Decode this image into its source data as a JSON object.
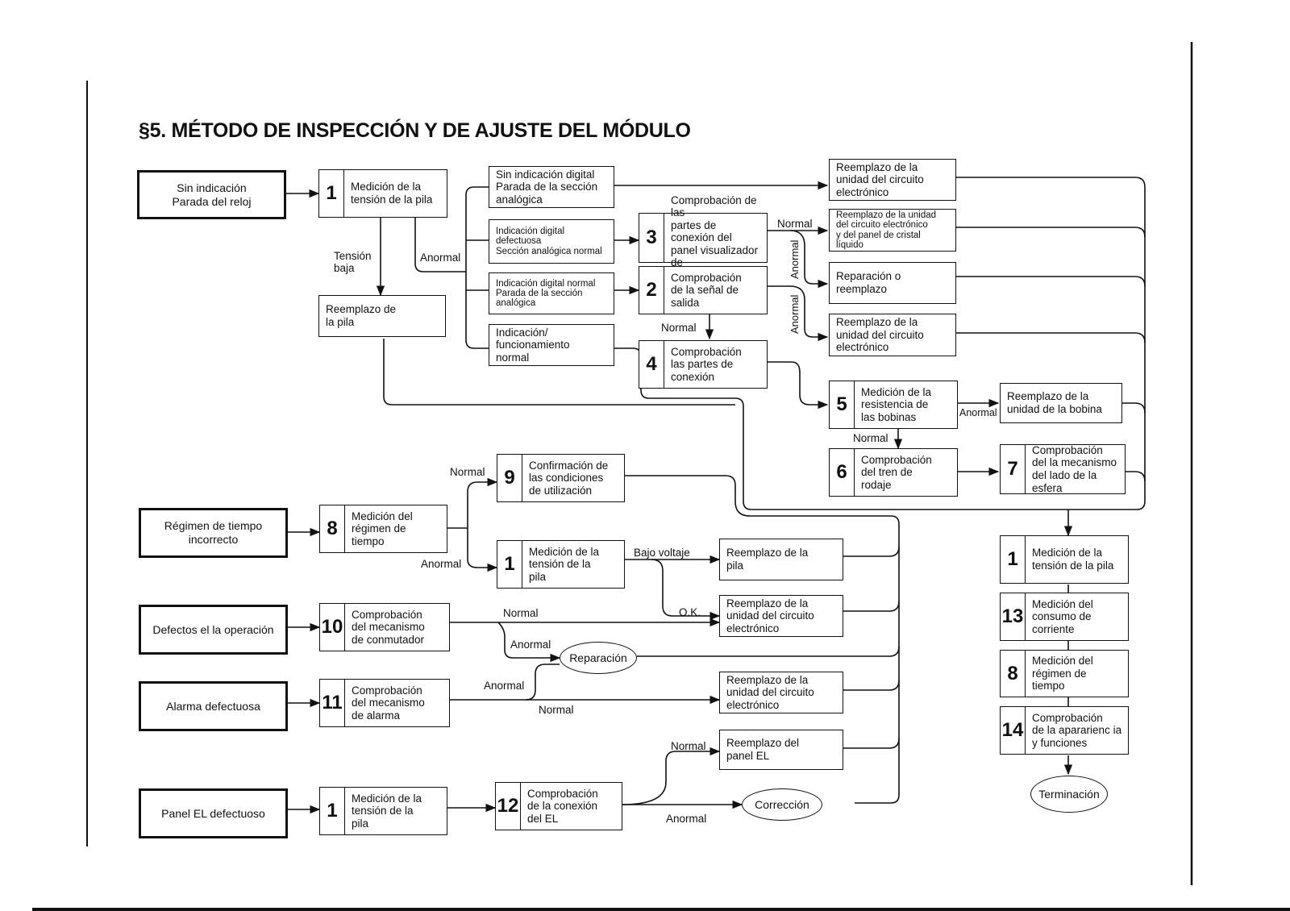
{
  "title": "§5. MÉTODO DE INSPECCIÓN Y DE AJUSTE DEL MÓDULO",
  "symptoms": {
    "no_display": "Sin indicación\nParada del reloj",
    "wrong_rate": "Régimen de tiempo\nincorrecto",
    "op_defects": "Defectos el la operación",
    "alarm": "Alarma defectuosa",
    "el_panel": "Panel EL defectuoso"
  },
  "steps": {
    "s1a": {
      "num": "1",
      "text": "Medición de la\ntensión de la pila"
    },
    "s3": {
      "num": "3",
      "text": "Comprobación de las\npartes de conexión del\npanel visualizador de\ncristal líquido"
    },
    "s2": {
      "num": "2",
      "text": "Comprobación\nde la señal de\nsalida"
    },
    "s4": {
      "num": "4",
      "text": "Comprobación\nlas partes de\nconexión"
    },
    "s5": {
      "num": "5",
      "text": "Medición de la\nresistencia de\nlas bobinas"
    },
    "s6": {
      "num": "6",
      "text": "Comprobación\ndel tren de\nrodaje"
    },
    "s7": {
      "num": "7",
      "text": "Comprobación\ndel la mecanismo\ndel lado de la esfera"
    },
    "s9": {
      "num": "9",
      "text": "Confirmación de\nlas condiciones\nde utilización"
    },
    "s8a": {
      "num": "8",
      "text": "Medición del\nrégimen de\ntiempo"
    },
    "s1b": {
      "num": "1",
      "text": "Medición de la\ntensión de la\npila"
    },
    "s10": {
      "num": "10",
      "text": "Comprobación\ndel mecanismo\nde conmutador"
    },
    "s11": {
      "num": "11",
      "text": "Comprobación\ndel mecanismo\nde alarma"
    },
    "s1c": {
      "num": "1",
      "text": "Medición de la\ntensión de la\npila"
    },
    "s12": {
      "num": "12",
      "text": "Comprobación\nde la conexión\ndel EL"
    },
    "f1": {
      "num": "1",
      "text": "Medición de la\ntensión de la pila"
    },
    "f13": {
      "num": "13",
      "text": "Medición del\nconsumo de\ncorriente"
    },
    "f8": {
      "num": "8",
      "text": "Medición del\nrégimen de\ntiempo"
    },
    "f14": {
      "num": "14",
      "text": "Comprobación\nde la apararienc ia\ny funciones"
    }
  },
  "boxes": {
    "battery_replace": "Reemplazo de\nla pila",
    "c_no_digital": "Sin indicación digital\nParada de la sección\nanalógica",
    "c_defect_digital": "Indicación digital\ndefectuosa\nSección analógica normal",
    "c_normal_digital": "Indicación digital normal\nParada de la sección\nanalógica",
    "c_normal_op": "Indicación/\nfuncionamiento\nnormal",
    "r_circuit1": "Reemplazo de la\nunidad del circuito\nelectrónico",
    "r_circuit_lcd": "Reemplazo de la unidad\ndel circuito electrónico\ny del panel de cristal líquido",
    "r_repair": "Reparación o\nreemplazo",
    "r_circuit2": "Reemplazo de la\nunidad del circuito\nelectrónico",
    "r_coil": "Reemplazo de la\nunidad de la bobina",
    "r_pila2": "Reemplazo de la\npila",
    "r_circuit3": "Reemplazo de la\nunidad del circuito\nelectrónico",
    "r_circuit4": "Reemplazo de la\nunidad del circuito\nelectrónico",
    "r_el_panel": "Reemplazo del\npanel EL"
  },
  "ovals": {
    "repair": "Reparación",
    "correction": "Corrección",
    "end": "Terminación"
  },
  "labels": {
    "tension_baja": "Tensión\nbaja",
    "anormal_1": "Anormal",
    "normal_3": "Normal",
    "anormal_v1": "Anormal",
    "anormal_v2": "Anormal",
    "normal_2": "Normal",
    "anormal_5": "Anormal",
    "normal_5": "Normal",
    "normal_8": "Normal",
    "anormal_8": "Anormal",
    "bajo_voltaje": "Bajo voltaje",
    "ok": "O.K.",
    "normal_10": "Normal",
    "anormal_10": "Anormal",
    "anormal_11": "Anormal",
    "normal_11": "Normal",
    "normal_12": "Normal",
    "anormal_12": "Anormal"
  }
}
